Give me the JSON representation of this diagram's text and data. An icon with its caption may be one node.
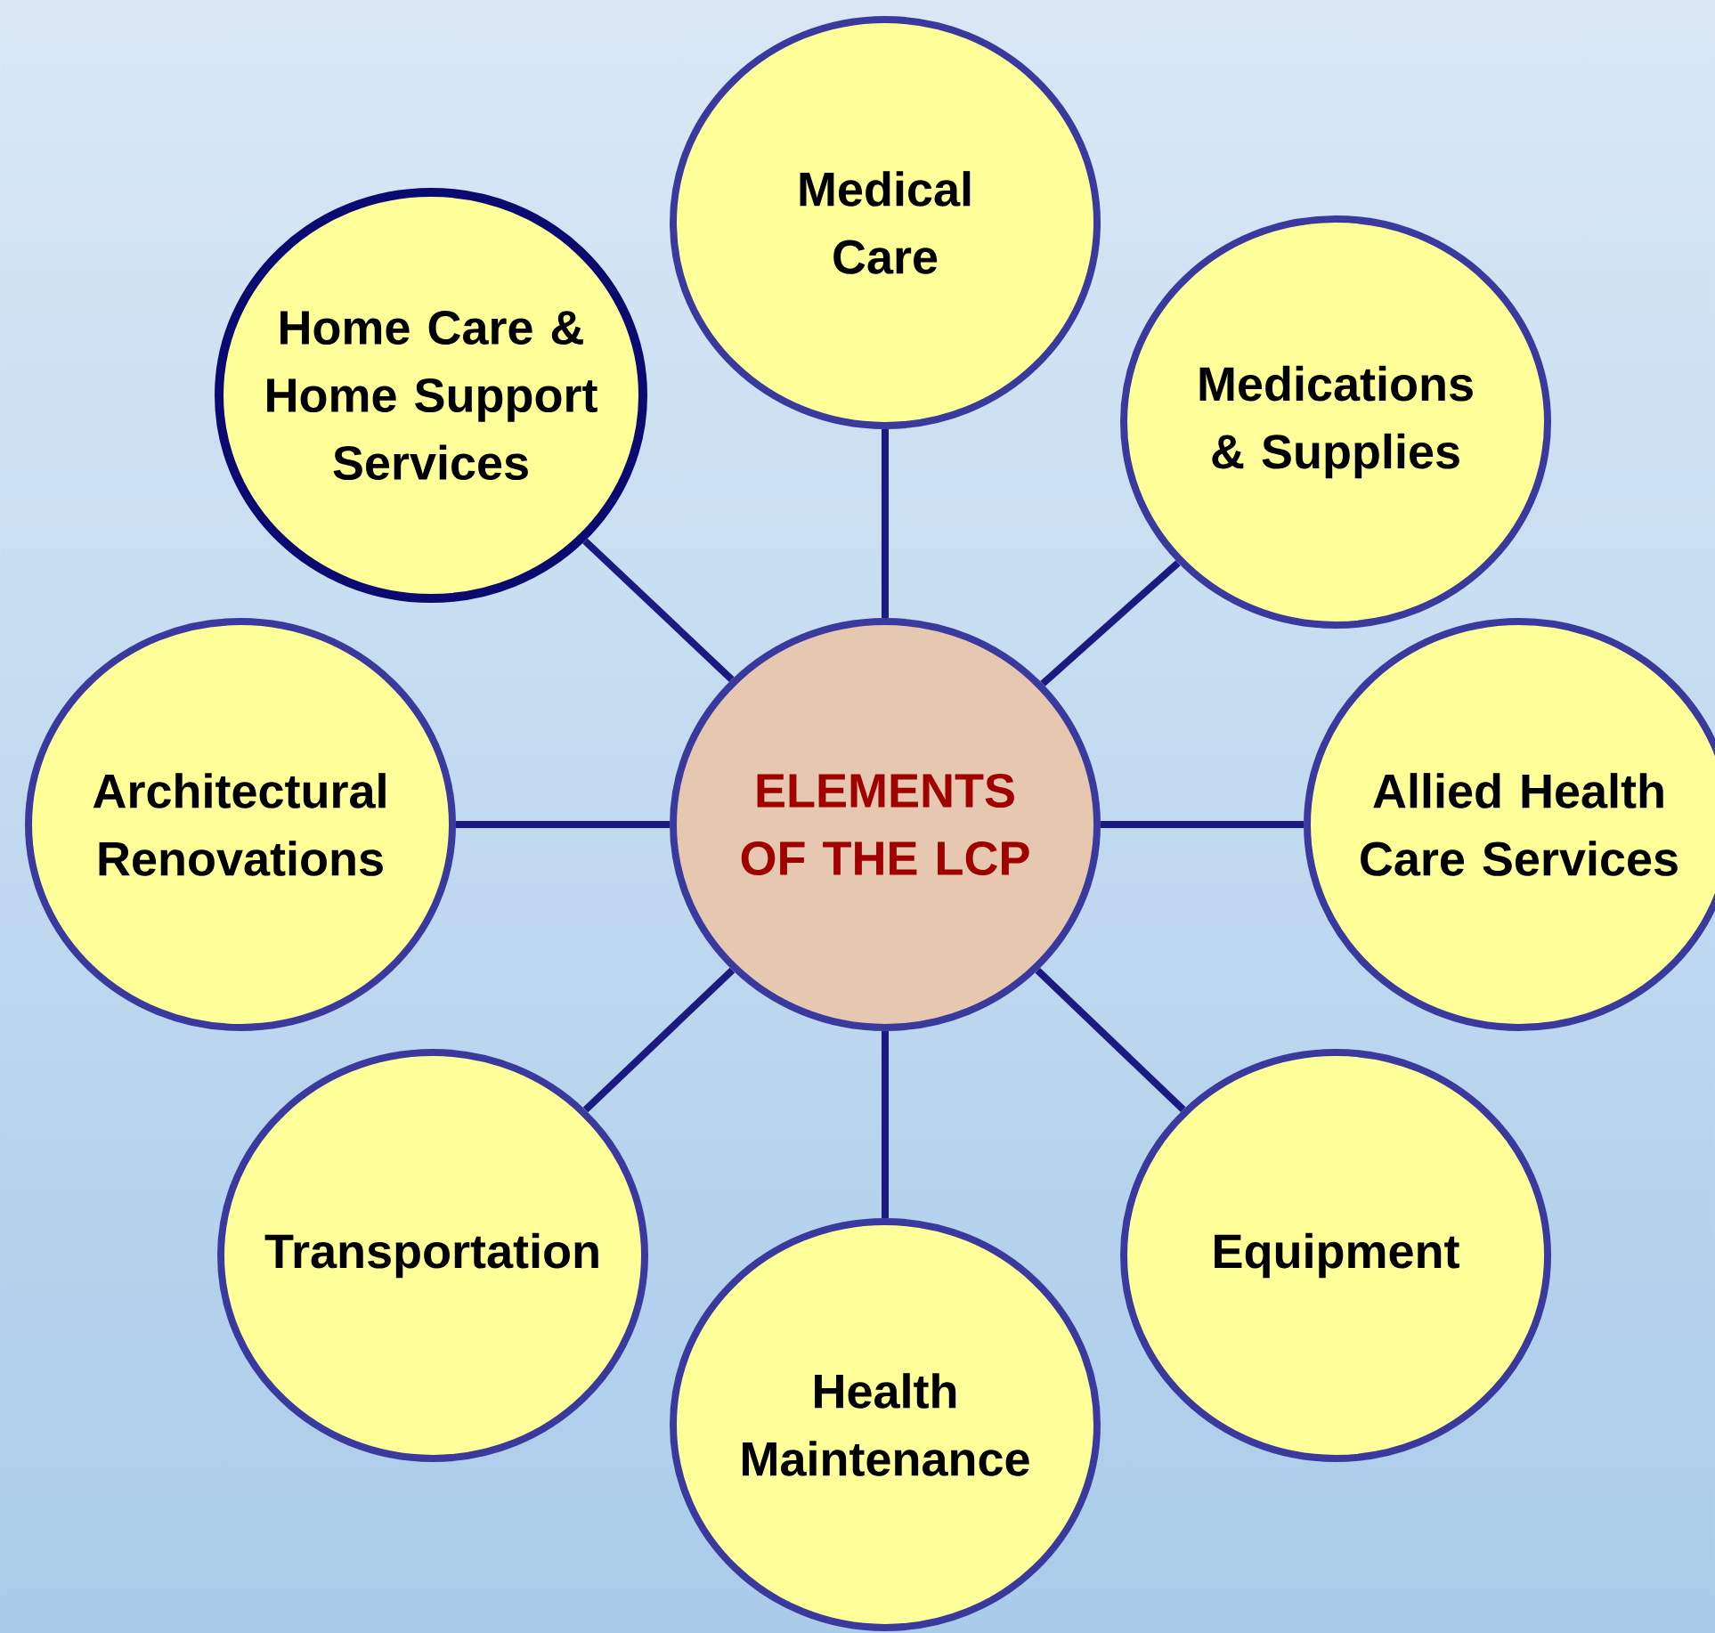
{
  "diagram": {
    "nodes": [
      {
        "text": [
          "Medical Care"
        ]
      },
      {
        "text": [
          "Home Care & Home Support Services"
        ]
      },
      {
        "text": [
          "Medications & Supplies"
        ]
      },
      {
        "text": [
          "Architectural Renovations"
        ]
      },
      {
        "text": [
          "ELEMENTS OF THE LCP"
        ]
      },
      {
        "text": [
          "Allied Health Care Services"
        ]
      },
      {
        "text": [
          "Transportation"
        ]
      },
      {
        "text": [
          "Equipment"
        ]
      },
      {
        "text": [
          "Health Maintenance"
        ]
      }
    ],
    "edges": [
      {
        "from": 4,
        "to": 0,
        "arrow": "none"
      },
      {
        "from": 4,
        "to": 1,
        "arrow": "none"
      },
      {
        "from": 4,
        "to": 2,
        "arrow": "none"
      },
      {
        "from": 4,
        "to": 3,
        "arrow": "none"
      },
      {
        "from": 4,
        "to": 5,
        "arrow": "none"
      },
      {
        "from": 4,
        "to": 6,
        "arrow": "none"
      },
      {
        "from": 4,
        "to": 7,
        "arrow": "none"
      },
      {
        "from": 4,
        "to": 8,
        "arrow": "none"
      }
    ]
  }
}
